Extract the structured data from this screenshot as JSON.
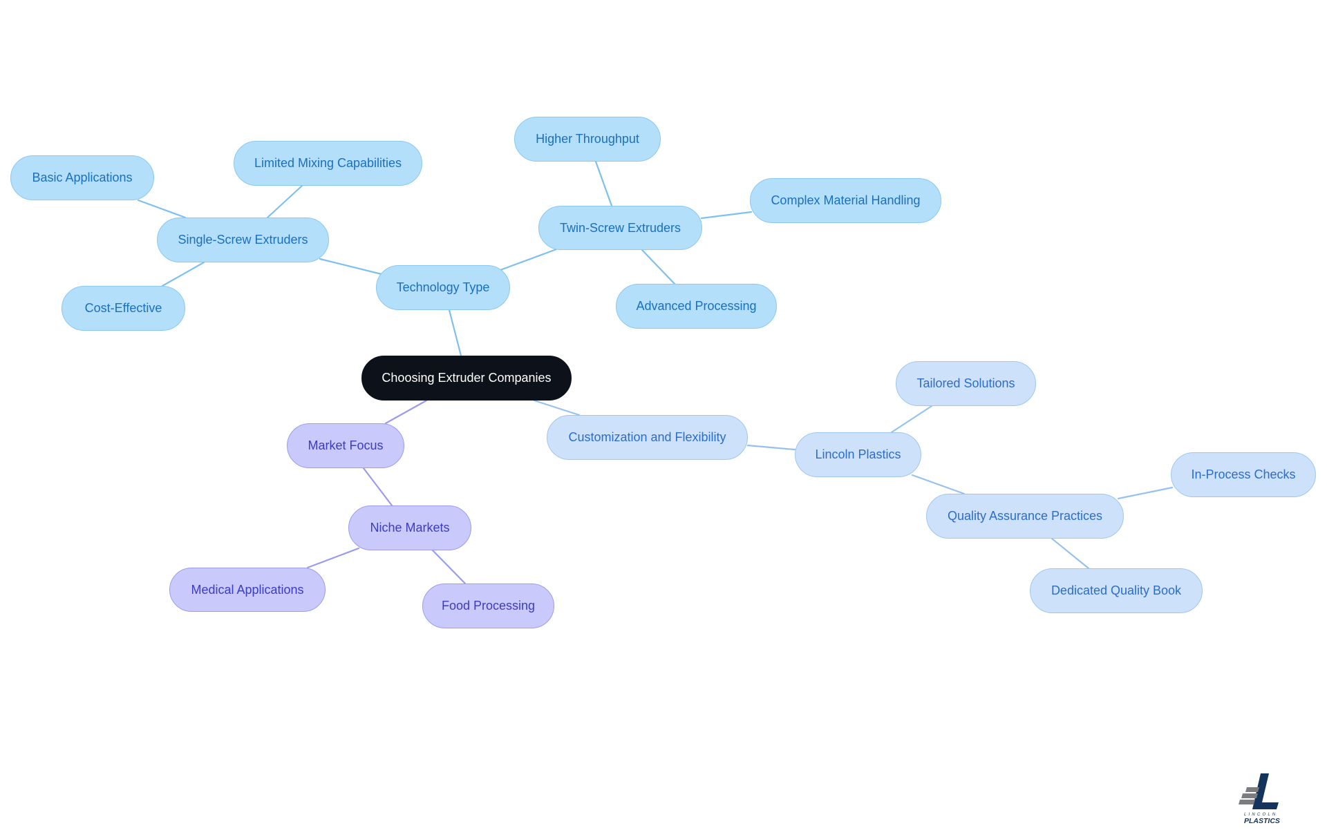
{
  "diagram": {
    "type": "mind-map",
    "colors": {
      "root_fill": "#0d121a",
      "root_text": "#ffffff",
      "tech_fill": "#b3dffb",
      "tech_text": "#1a6fc0",
      "tech_edge": "#7cc0ee",
      "market_fill": "#c9c9fb",
      "market_text": "#3b3cc4",
      "market_edge": "#9a9af0",
      "custom_fill": "#cde2fa",
      "custom_text": "#2b6ccc",
      "custom_edge": "#95c1ee"
    },
    "root": {
      "label": "Choosing Extruder Companies"
    },
    "nodes": {
      "technology_type": "Technology Type",
      "single_screw": "Single-Screw Extruders",
      "basic_applications": "Basic Applications",
      "limited_mixing": "Limited Mixing Capabilities",
      "cost_effective": "Cost-Effective",
      "twin_screw": "Twin-Screw Extruders",
      "higher_throughput": "Higher Throughput",
      "complex_material": "Complex Material Handling",
      "advanced_processing": "Advanced Processing",
      "market_focus": "Market Focus",
      "niche_markets": "Niche Markets",
      "medical_applications": "Medical Applications",
      "food_processing": "Food Processing",
      "customization": "Customization and Flexibility",
      "lincoln_plastics": "Lincoln Plastics",
      "tailored_solutions": "Tailored Solutions",
      "qa_practices": "Quality Assurance Practices",
      "in_process_checks": "In-Process Checks",
      "dedicated_quality_book": "Dedicated Quality Book"
    }
  },
  "logo": {
    "line1": "LINCOLN",
    "line2": "PLASTICS",
    "primary_color": "#14345c",
    "secondary_color": "#7b7d80"
  }
}
